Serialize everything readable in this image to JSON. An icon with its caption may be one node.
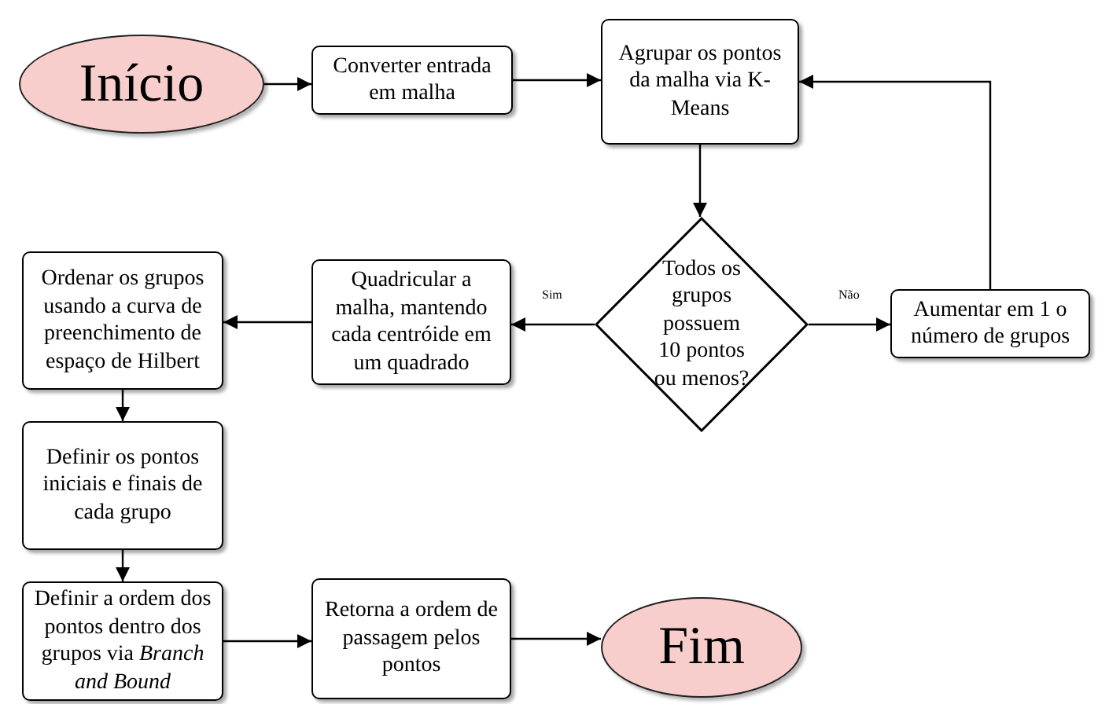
{
  "diagram": {
    "nodes": [
      {
        "text": [
          "Início"
        ]
      },
      {
        "text": [
          "Converter entrada em malha"
        ]
      },
      {
        "text": [
          "Agrupar os pontos da malha via K-Means"
        ]
      },
      {
        "text": [
          "Todos os grupos possuem 10 pontos ou menos?"
        ]
      },
      {
        "text": [
          "Aumentar em 1 o número de grupos"
        ]
      },
      {
        "text": [
          "Quadricular a malha, mantendo cada centróide em um quadrado"
        ]
      },
      {
        "text": [
          "Ordenar os grupos usando a curva de preenchimento de espaço de Hilbert"
        ]
      },
      {
        "text": [
          "Definir os pontos iniciais e finais de cada grupo"
        ]
      },
      {
        "text": [
          "Definir a ordem dos pontos dentro dos grupos via *Branch and Bound*"
        ]
      },
      {
        "text": [
          "Retorna a ordem de passagem pelos pontos"
        ]
      },
      {
        "text": [
          "Fim"
        ]
      }
    ],
    "edges": [
      {
        "from": 0,
        "to": 1,
        "arrow": "to"
      },
      {
        "from": 1,
        "to": 2,
        "arrow": "to"
      },
      {
        "from": 2,
        "to": 3,
        "arrow": "to"
      },
      {
        "from": 3,
        "to": 4,
        "arrow": "to",
        "label": "Não"
      },
      {
        "from": 4,
        "to": 2,
        "arrow": "to"
      },
      {
        "from": 3,
        "to": 5,
        "arrow": "to",
        "label": "Sim"
      },
      {
        "from": 5,
        "to": 6,
        "arrow": "to"
      },
      {
        "from": 6,
        "to": 7,
        "arrow": "to"
      },
      {
        "from": 7,
        "to": 8,
        "arrow": "to"
      },
      {
        "from": 8,
        "to": 9,
        "arrow": "to"
      },
      {
        "from": 9,
        "to": 10,
        "arrow": "to"
      }
    ]
  }
}
